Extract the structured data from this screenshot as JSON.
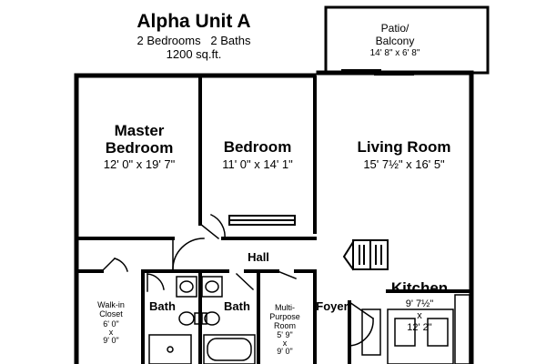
{
  "header": {
    "title": "Alpha Unit A",
    "subtitle": "2 Bedrooms   2 Baths",
    "area": "1200 sq.ft."
  },
  "rooms": {
    "patio": {
      "name_line1": "Patio/",
      "name_line2": "Balcony",
      "dims": "14' 8\" x 6' 8\""
    },
    "master": {
      "name_line1": "Master",
      "name_line2": "Bedroom",
      "dims": "12' 0\" x 19' 7\""
    },
    "bedroom": {
      "name": "Bedroom",
      "dims": "11' 0\" x 14' 1\""
    },
    "living": {
      "name": "Living Room",
      "dims": "15' 7½\" x 16' 5\""
    },
    "hall": {
      "name": "Hall"
    },
    "closet": {
      "name_line1": "Walk-in",
      "name_line2": "Closet",
      "dim1": "6' 0\"",
      "x": "x",
      "dim2": "9' 0\""
    },
    "bath1": {
      "name": "Bath"
    },
    "bath2": {
      "name": "Bath"
    },
    "multi": {
      "name_line1": "Multi-",
      "name_line2": "Purpose",
      "name_line3": "Room",
      "dim1": "5' 9\"",
      "x": "x",
      "dim2": "9' 0\""
    },
    "foyer": {
      "name": "Foyer"
    },
    "kitchen": {
      "name": "Kitchen",
      "dim1": "9' 7½\"",
      "x": "x",
      "dim2": "12' 2\""
    }
  }
}
